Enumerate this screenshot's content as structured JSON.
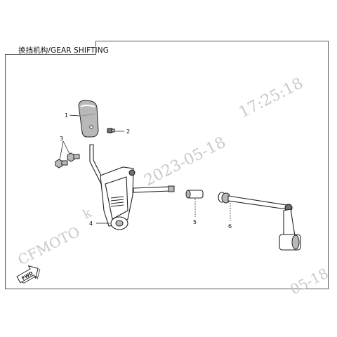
{
  "diagram": {
    "title": "换挡机构/GEAR SHIFTING",
    "watermark": {
      "brand": "CFMOTO",
      "brand_fragment": "k",
      "date": "2023-05-18",
      "time": "17:25:18",
      "corner_fragment": "05-18"
    },
    "direction_arrow": {
      "label": "FWD",
      "icon": "forward-arrow-icon"
    },
    "callouts": [
      {
        "number": "1"
      },
      {
        "number": "2"
      },
      {
        "number": "3"
      },
      {
        "number": "4"
      },
      {
        "number": "5"
      },
      {
        "number": "6"
      }
    ]
  }
}
